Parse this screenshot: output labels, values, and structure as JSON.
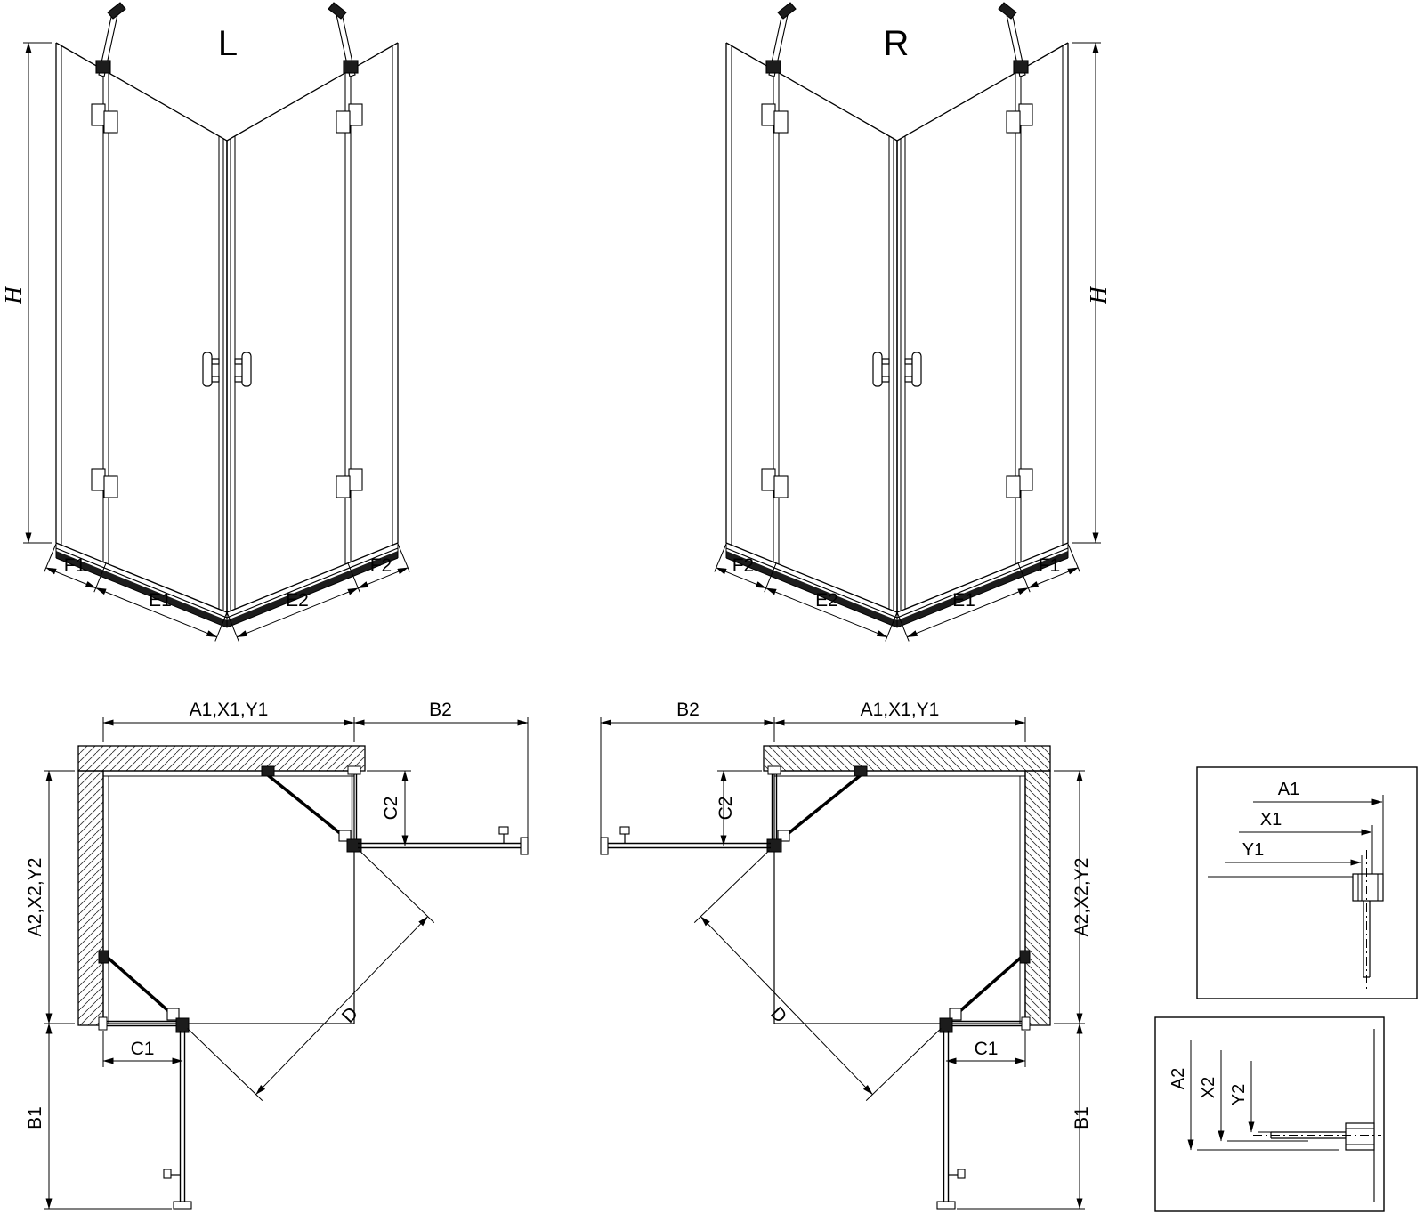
{
  "views": {
    "iso_left": {
      "title": "L",
      "h": "H",
      "f1": "F1",
      "e1": "E1",
      "e2": "E2",
      "f2": "F2"
    },
    "iso_right": {
      "title": "R",
      "h": "H",
      "f1": "F1",
      "e1": "E1",
      "e2": "E2",
      "f2": "F2"
    },
    "plan_left": {
      "a1": "A1,X1,Y1",
      "b2": "B2",
      "c2": "C2",
      "a2": "A2,X2,Y2",
      "c1": "C1",
      "b1": "B1",
      "d": "D"
    },
    "plan_right": {
      "a1": "A1,X1,Y1",
      "b2": "B2",
      "c2": "C2",
      "a2": "A2,X2,Y2",
      "c1": "C1",
      "b1": "B1",
      "d": "D"
    },
    "detail_top": {
      "a1": "A1",
      "x1": "X1",
      "y1": "Y1"
    },
    "detail_bottom": {
      "a2": "A2",
      "x2": "X2",
      "y2": "Y2"
    }
  },
  "colors": {
    "line": "#000000",
    "background": "#ffffff",
    "hardware": "#1c1c1c"
  }
}
